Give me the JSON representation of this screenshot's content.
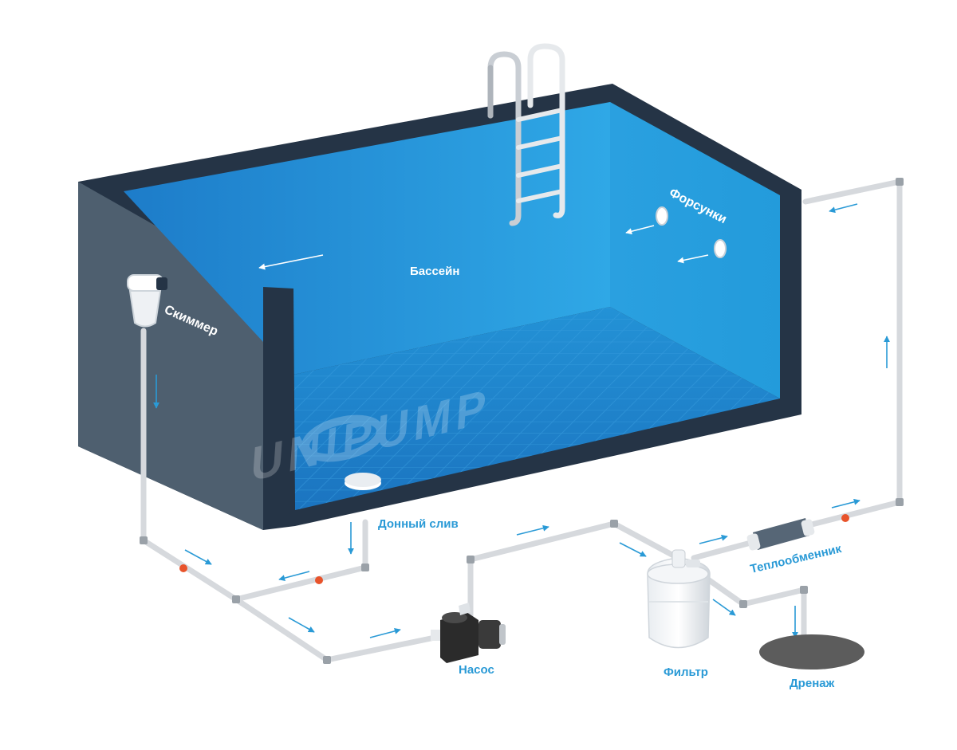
{
  "labels": {
    "pool": "Бассейн",
    "skimmer": "Скиммер",
    "nozzles": "Форсунки",
    "bottom_drain": "Донный слив",
    "pump": "Насос",
    "filter": "Фильтр",
    "heat_exchanger": "Теплообменник",
    "drainage": "Дренаж"
  },
  "watermark": "UNIPUMP",
  "colors": {
    "water_top": "#2a9ee0",
    "water_floor": "#1f7fc8",
    "wall_dark": "#253446",
    "wall_side": "#4e5f6f",
    "label_blue": "#2a9ad6",
    "pipe": "#d6d9dd",
    "arrow": "#2a9ad6",
    "valve": "#e8532b"
  },
  "icons": {
    "ladder": "ladder-icon",
    "skimmer": "skimmer-icon",
    "pump": "pump-icon",
    "filter": "filter-icon",
    "heat_exchanger": "heat-exchanger-icon",
    "bottom_drain": "drain-grate-icon",
    "nozzle": "nozzle-icon",
    "drainage": "drainage-pit-icon"
  }
}
